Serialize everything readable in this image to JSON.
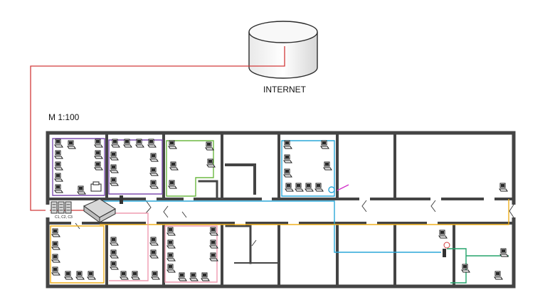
{
  "internet_label": "INTERNET",
  "scale_label": "M 1:100",
  "rack_label": "C1, C2, C3",
  "colors": {
    "wall": "#444444",
    "internet_line": "#d23a3a",
    "purple_net": "#7e4fb0",
    "blue_net": "#2aa7d8",
    "green_net": "#6db842",
    "orange_net": "#f0b11f",
    "pink_net": "#ef9bb0",
    "teal_net": "#23a46b",
    "magenta_net": "#d232c9"
  },
  "icons": [
    "database-icon",
    "workstation-icon",
    "server-rack-icon",
    "switch-icon",
    "printer-icon",
    "wireless-access-point-icon"
  ]
}
